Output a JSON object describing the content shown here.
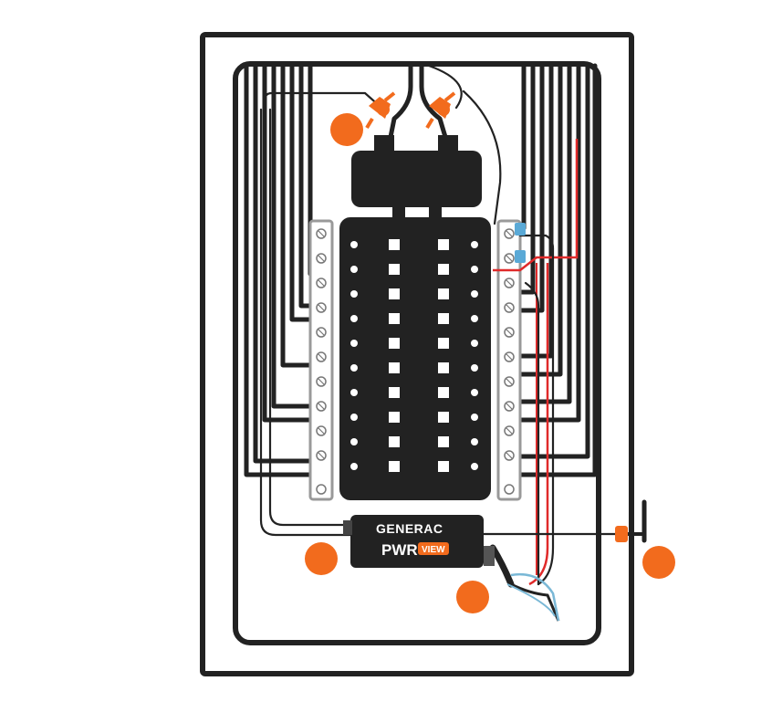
{
  "device": {
    "brand": "GENERAC",
    "product_main": "PWR",
    "product_sub": "VIEW"
  },
  "colors": {
    "outline": "#222222",
    "accent": "#f26b1d",
    "live_wire": "#e02a2a",
    "neutral_wire": "#7ab8d6",
    "terminal": "#d9d9d9",
    "clip": "#5aa9d6"
  },
  "panel": {
    "breaker_rows": 10,
    "breaker_columns": 2
  },
  "callouts": [
    {
      "id": "main-lugs"
    },
    {
      "id": "pwrview-unit"
    },
    {
      "id": "sensor-leads"
    },
    {
      "id": "antenna"
    }
  ]
}
